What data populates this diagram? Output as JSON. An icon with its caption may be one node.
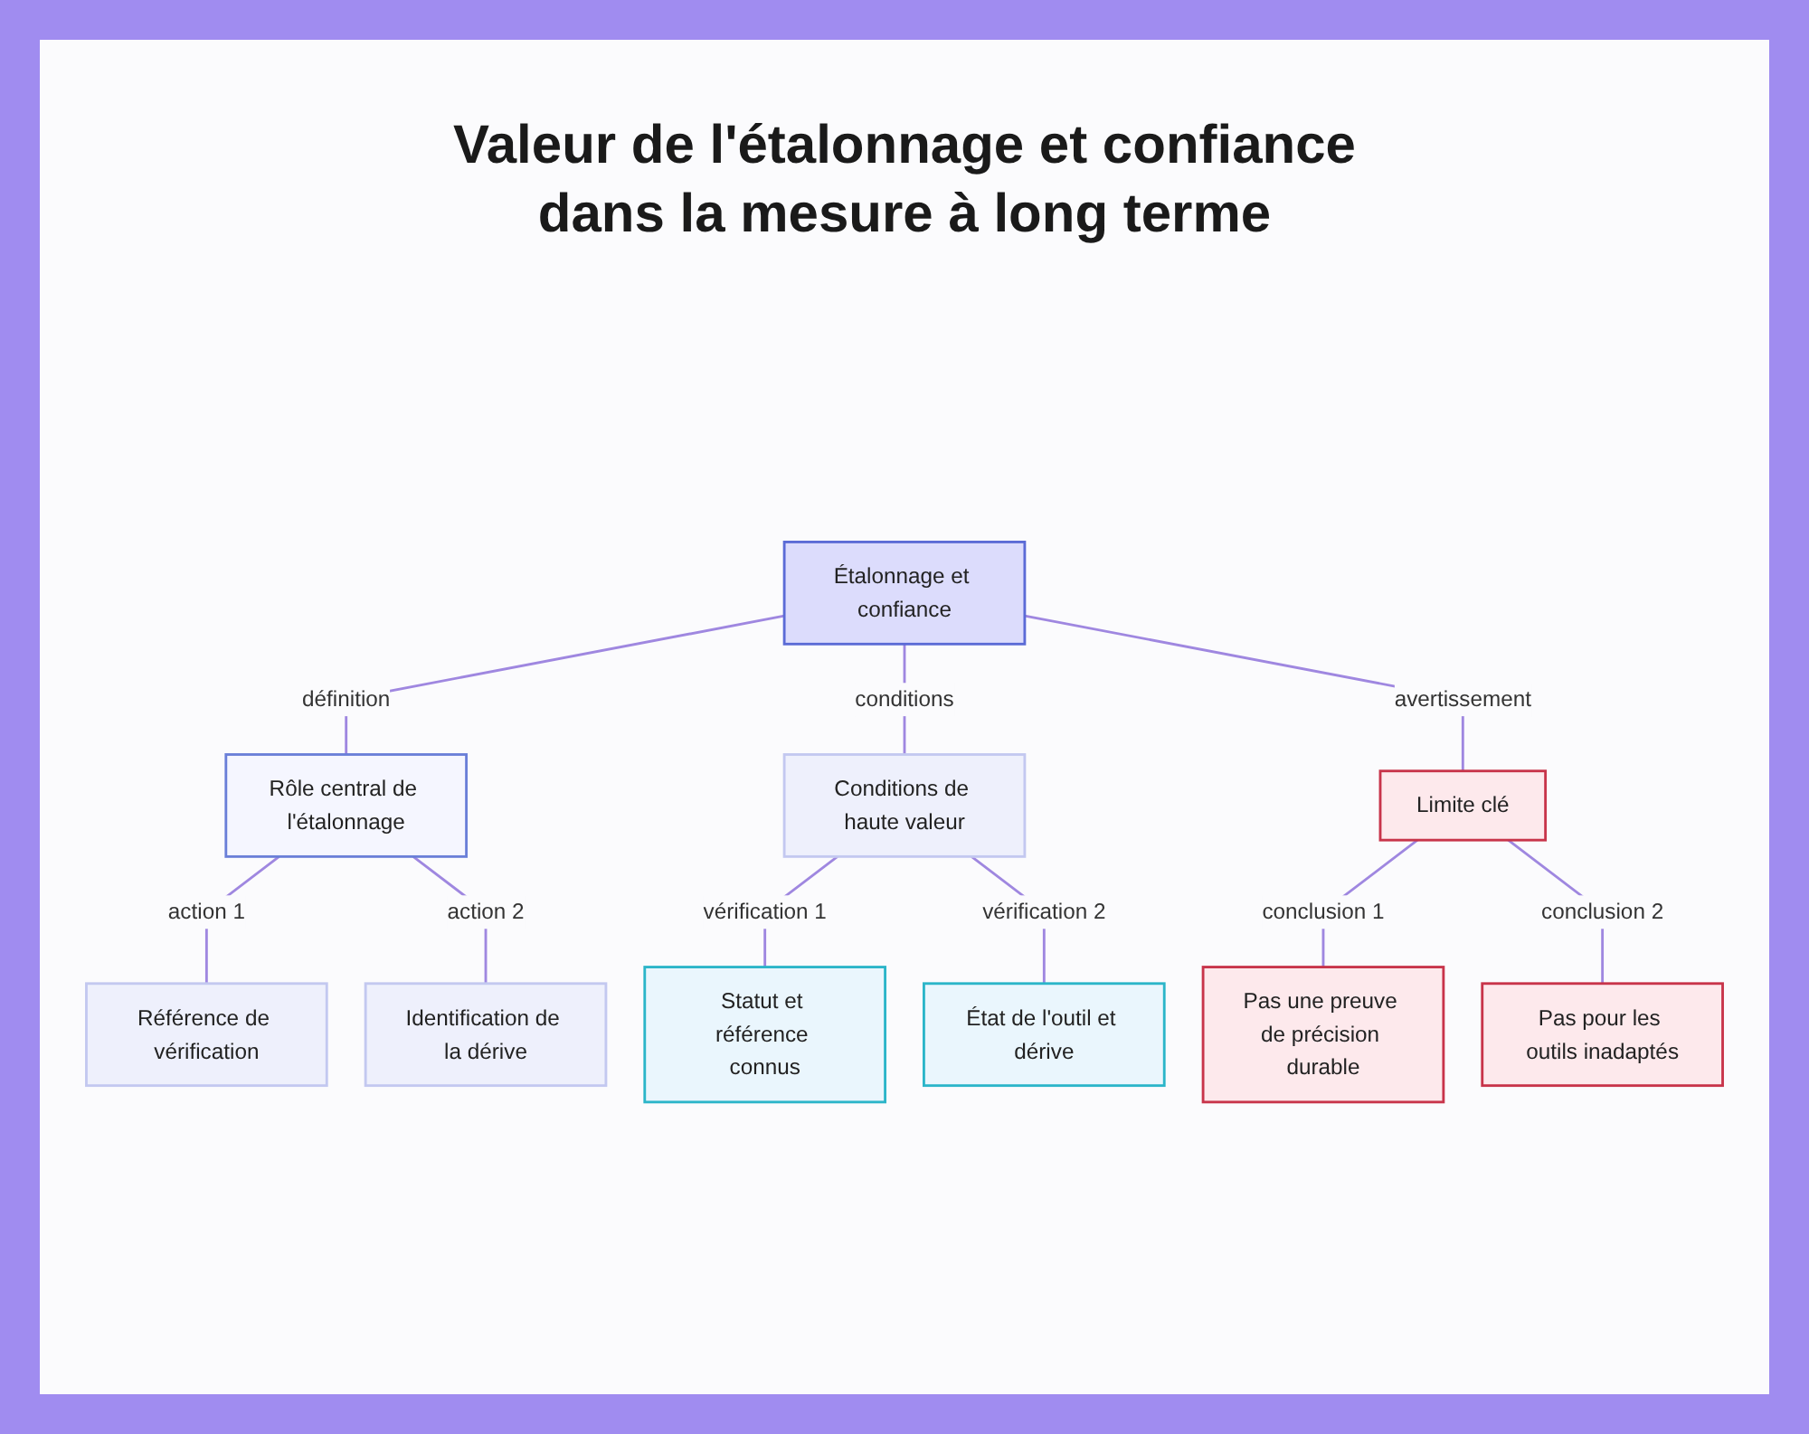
{
  "diagram": {
    "title": "Valeur de l'étalonnage et confiance dans la mesure à long terme",
    "nodes": [
      {
        "text": [
          "Étalonnage et confiance"
        ]
      },
      {
        "text": [
          "Rôle central de l'étalonnage"
        ]
      },
      {
        "text": [
          "Conditions de haute valeur"
        ]
      },
      {
        "text": [
          "Limite clé"
        ]
      },
      {
        "text": [
          "Référence de vérification"
        ]
      },
      {
        "text": [
          "Identification de la dérive"
        ]
      },
      {
        "text": [
          "Statut et référence connus"
        ]
      },
      {
        "text": [
          "État de l'outil et dérive"
        ]
      },
      {
        "text": [
          "Pas une preuve de précision durable"
        ]
      },
      {
        "text": [
          "Pas pour les outils inadaptés"
        ]
      }
    ],
    "edges": [
      {
        "from": 0,
        "to": 1,
        "arrow": "none",
        "label": "définition"
      },
      {
        "from": 0,
        "to": 2,
        "arrow": "none",
        "label": "conditions"
      },
      {
        "from": 0,
        "to": 3,
        "arrow": "none",
        "label": "avertissement"
      },
      {
        "from": 1,
        "to": 4,
        "arrow": "none",
        "label": "action 1"
      },
      {
        "from": 1,
        "to": 5,
        "arrow": "none",
        "label": "action 2"
      },
      {
        "from": 2,
        "to": 6,
        "arrow": "none",
        "label": "vérification 1"
      },
      {
        "from": 2,
        "to": 7,
        "arrow": "none",
        "label": "vérification 2"
      },
      {
        "from": 3,
        "to": 8,
        "arrow": "none",
        "label": "conclusion 1"
      },
      {
        "from": 3,
        "to": 9,
        "arrow": "none",
        "label": "conclusion 2"
      }
    ]
  }
}
